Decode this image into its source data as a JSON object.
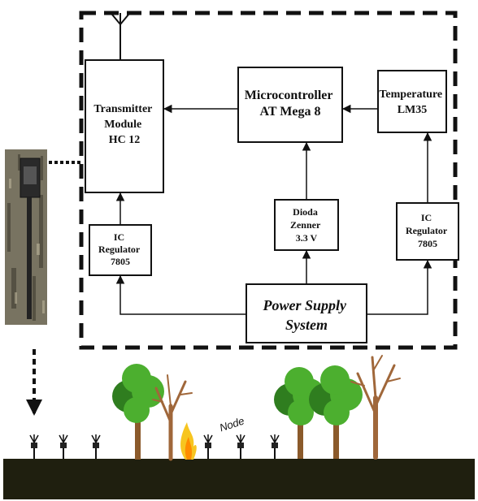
{
  "diagram": {
    "transmitter": [
      "Transmitter",
      "Module",
      "HC 12"
    ],
    "microcontroller": [
      "Microcontroller",
      "AT Mega 8"
    ],
    "temperature": [
      "Temperature",
      "LM35"
    ],
    "ic_regulator_left": [
      "IC",
      "Regulator",
      "7805"
    ],
    "dioda_zenner": [
      "Dioda",
      "Zenner",
      "3.3 V"
    ],
    "ic_regulator_right": [
      "IC",
      "Regulator",
      "7805"
    ],
    "power_supply": [
      "Power Supply",
      "System"
    ],
    "node_label": "Node"
  },
  "colors": {
    "line": "#111111",
    "ground": "#1f1f0f",
    "foliage": "#4caf2f",
    "foliage_dark": "#2f7d1f",
    "trunk": "#8b5a2b",
    "bare_tree": "#a0673a",
    "fire": "#f7c520",
    "fire_core": "#ff8c00",
    "photo_bg": "#6f6a5a"
  },
  "icons": {
    "antenna": "antenna-icon",
    "sensor_node": "sensor-node-icon",
    "tree": "tree-icon",
    "bare_tree": "bare-tree-icon",
    "fire": "fire-icon",
    "photo": "field-device-photo"
  }
}
